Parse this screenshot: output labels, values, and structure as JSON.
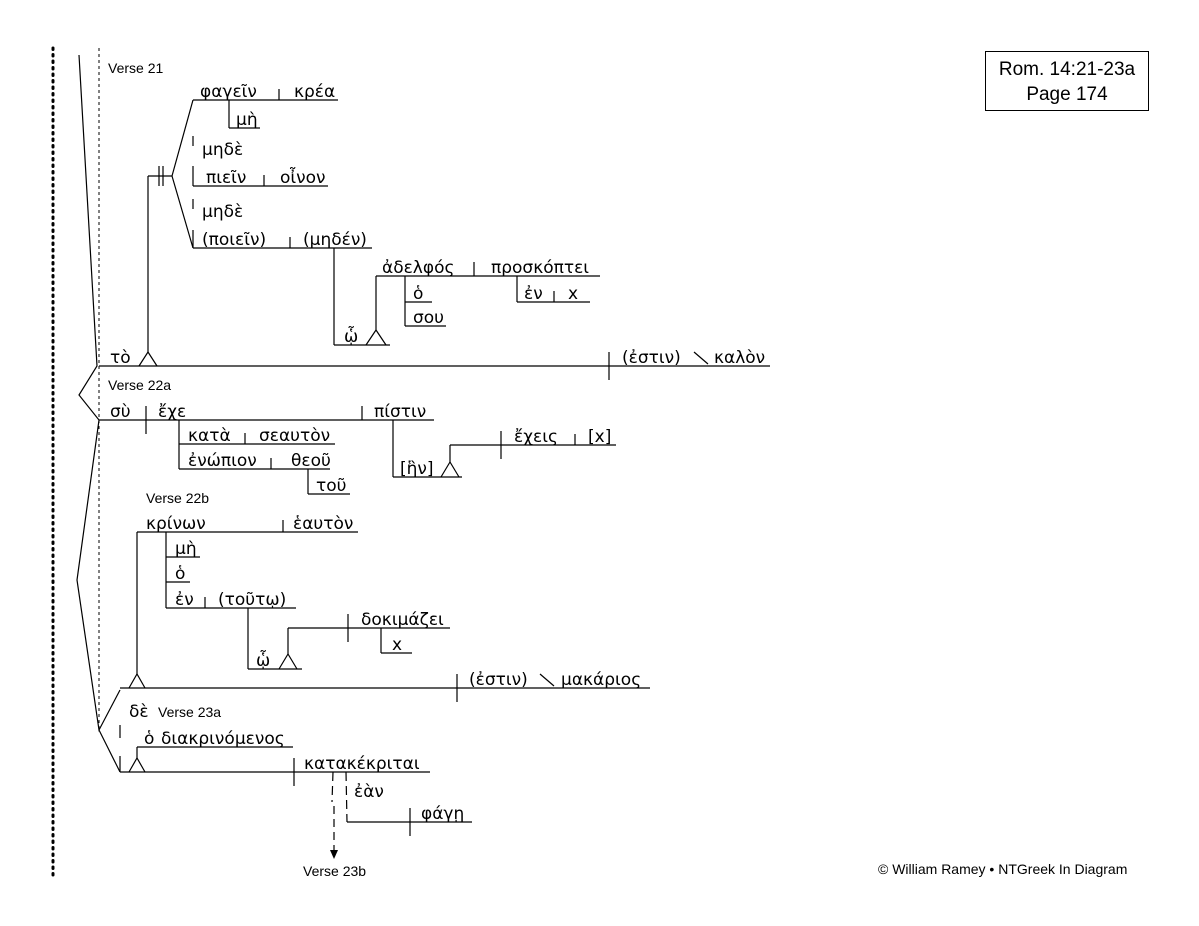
{
  "reference": {
    "line1": "Rom. 14:21-23a",
    "line2": "Page 174"
  },
  "footer": {
    "copyright": "© William Ramey • NTGreek In Diagram"
  },
  "colors": {
    "verb": "#e8202a",
    "participle": "#2233cc",
    "infinitive": "#b0186e",
    "text": "#000000"
  },
  "verse_labels": {
    "v21": "Verse 21",
    "v22a": "Verse 22a",
    "v22b": "Verse 22b",
    "v23a": "Verse 23a",
    "v23b": "Verse 23b"
  },
  "words": {
    "fagein": "φαγεῖν",
    "krea": "κρέα",
    "me1": "μὴ",
    "mede1": "μηδὲ",
    "piein": "πιεῖν",
    "oinon": "οἶνον",
    "mede2": "μηδὲ",
    "poiein": "(ποιεῖν)",
    "meden": "(μηδέν)",
    "adelfos": "ἀδελφός",
    "proskoptei": "προσκόπτει",
    "o1": "ὁ",
    "sou": "σου",
    "en1": "ἐν",
    "x1": "x",
    "hw1": "ᾧ",
    "to": "τὸ",
    "estin1": "(ἐστιν)",
    "kalon": "καλὸν",
    "su": "σὺ",
    "eche": "ἔχε",
    "pistin": "πίστιν",
    "kata": "κατὰ",
    "seauton": "σεαυτὸν",
    "enopion": "ἐνώπιον",
    "theou": "θεοῦ",
    "tou": "τοῦ",
    "en_rel": "[ἣν]",
    "echeis": "ἔχεις",
    "x2": "[x]",
    "krinon": "κρίνων",
    "heauton": "ἑαυτὸν",
    "me2": "μὴ",
    "o2": "ὁ",
    "en2": "ἐν",
    "touto": "(τοῦτῳ)",
    "hw2": "ᾧ",
    "dokimazei": "δοκιμάζει",
    "x3": "x",
    "estin2": "(ἐστιν)",
    "makarios": "μακάριος",
    "de": "δὲ",
    "o3": "ὁ",
    "diakrinomenos": "διακρινόμενος",
    "katakekritai": "κατακέκριται",
    "ean": "ἐὰν",
    "phage": "φάγῃ"
  }
}
